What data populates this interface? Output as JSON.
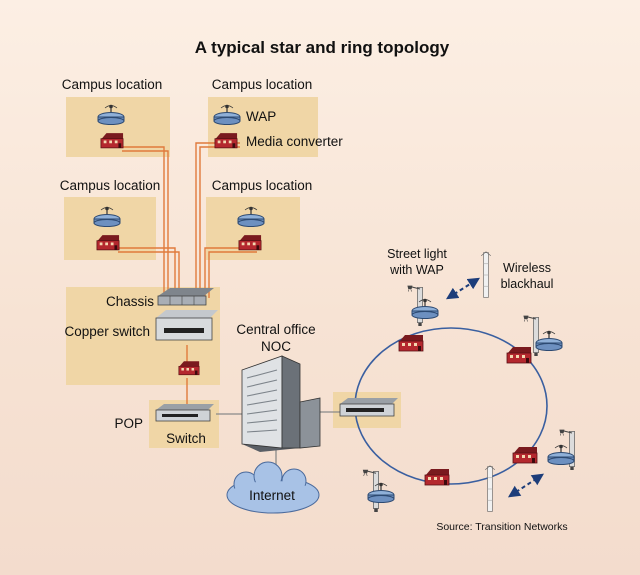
{
  "title": "A typical star and ring topology",
  "campus": {
    "top_left": "Campus location",
    "top_right": "Campus location",
    "mid_left": "Campus location",
    "mid_right": "Campus location"
  },
  "labels": {
    "wap": "WAP",
    "media_converter": "Media converter",
    "chassis": "Chassis",
    "copper_switch": "Copper switch",
    "central_office": "Central office",
    "noc": "NOC",
    "pop": "POP",
    "switch": "Switch",
    "internet": "Internet",
    "street_light": "Street light",
    "with_wap": "with WAP",
    "wireless": "Wireless",
    "blackhaul": "blackhaul",
    "source": "Source: Transition Networks"
  },
  "colors": {
    "panel": "#f0d6a6",
    "fiber": "#e07a3c",
    "ring": "#3a5fa0",
    "wap": "#8fb0d8",
    "house": "#b4282e",
    "device": "#a9aeb5"
  }
}
